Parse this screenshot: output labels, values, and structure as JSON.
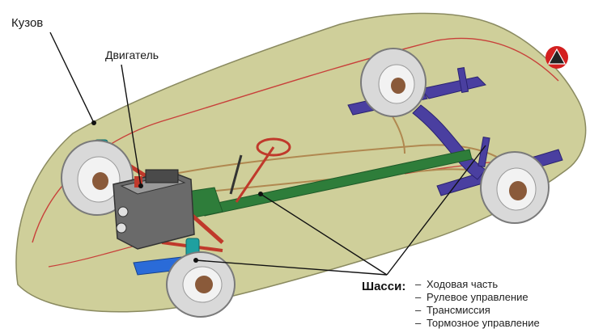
{
  "labels": {
    "body": "Кузов",
    "engine": "Двигатель",
    "chassis_title": "Шасси:"
  },
  "chassis_items": [
    "Ходовая часть",
    "Рулевое управление",
    "Трансмиссия",
    "Тормозное управление"
  ],
  "colors": {
    "body_fill": "#cfcf9a",
    "body_outline": "#c8403a",
    "frame_purple": "#4a3fa0",
    "driveshaft_green": "#2e7d3a",
    "springs_teal": "#1fa0a0",
    "steering_red": "#c0392b",
    "brake_line_tan": "#b08850",
    "engine_grey": "#6a6a6a",
    "logo_red": "#d32020"
  },
  "icons": {
    "logo": "triangle-badge-icon"
  }
}
